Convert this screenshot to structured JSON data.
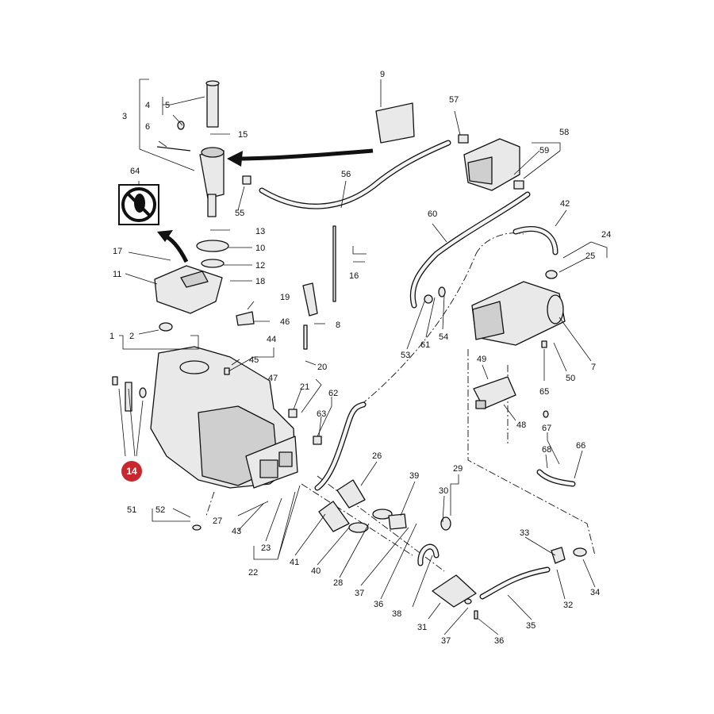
{
  "labels": {
    "l1": "1",
    "l2": "2",
    "l3": "3",
    "l4": "4",
    "l5": "5",
    "l6": "6",
    "l7": "7",
    "l8": "8",
    "l9": "9",
    "l10": "10",
    "l11": "11",
    "l12": "12",
    "l13": "13",
    "l15": "15",
    "l16": "16",
    "l17": "17",
    "l18": "18",
    "l19": "19",
    "l20": "20",
    "l21": "21",
    "l22": "22",
    "l23": "23",
    "l24": "24",
    "l25": "25",
    "l26": "26",
    "l27": "27",
    "l28": "28",
    "l29": "29",
    "l30": "30",
    "l31": "31",
    "l32": "32",
    "l33": "33",
    "l34": "34",
    "l35": "35",
    "l36a": "36",
    "l36b": "36",
    "l37a": "37",
    "l37b": "37",
    "l38": "38",
    "l39": "39",
    "l40": "40",
    "l41": "41",
    "l42": "42",
    "l43": "43",
    "l44": "44",
    "l45": "45",
    "l46": "46",
    "l47": "47",
    "l48": "48",
    "l49": "49",
    "l50": "50",
    "l51": "51",
    "l52": "52",
    "l53": "53",
    "l54": "54",
    "l55": "55",
    "l56": "56",
    "l57": "57",
    "l58": "58",
    "l59": "59",
    "l60": "60",
    "l61": "61",
    "l62": "62",
    "l63": "63",
    "l64": "64",
    "l65": "65",
    "l66": "66",
    "l67": "67",
    "l68": "68"
  },
  "highlight": {
    "label": "14",
    "color": "#c8282d"
  },
  "icons": {
    "warning": "no-step-icon",
    "arrow": "curved-arrow-icon"
  }
}
